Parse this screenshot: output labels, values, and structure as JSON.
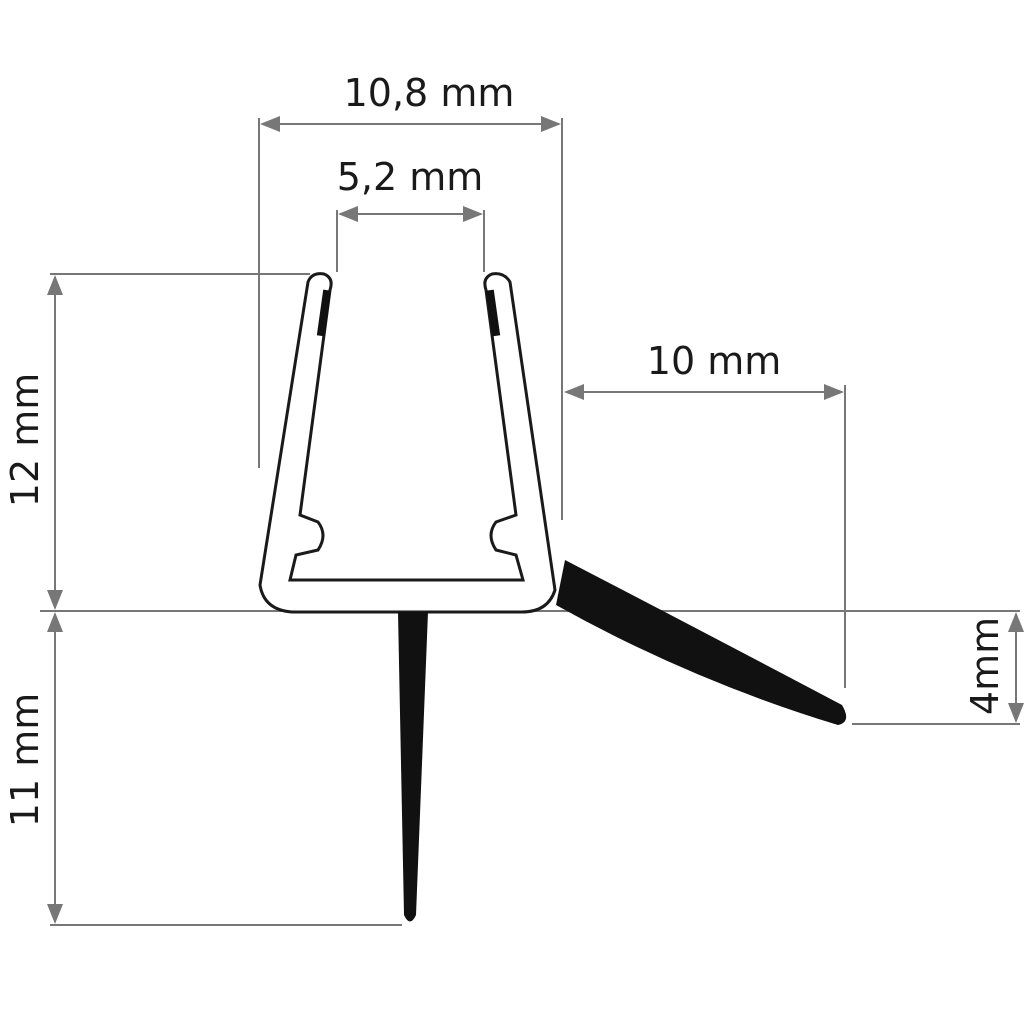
{
  "dimensions": {
    "outer_width": "10,8 mm",
    "inner_width": "5,2 mm",
    "lip_width": "10 mm",
    "body_height": "12 mm",
    "fin_height": "11 mm",
    "lip_height": "4mm"
  },
  "colors": {
    "profile_stroke": "#1a1a1a",
    "dimension_line": "#777777",
    "seal": "#111111"
  }
}
